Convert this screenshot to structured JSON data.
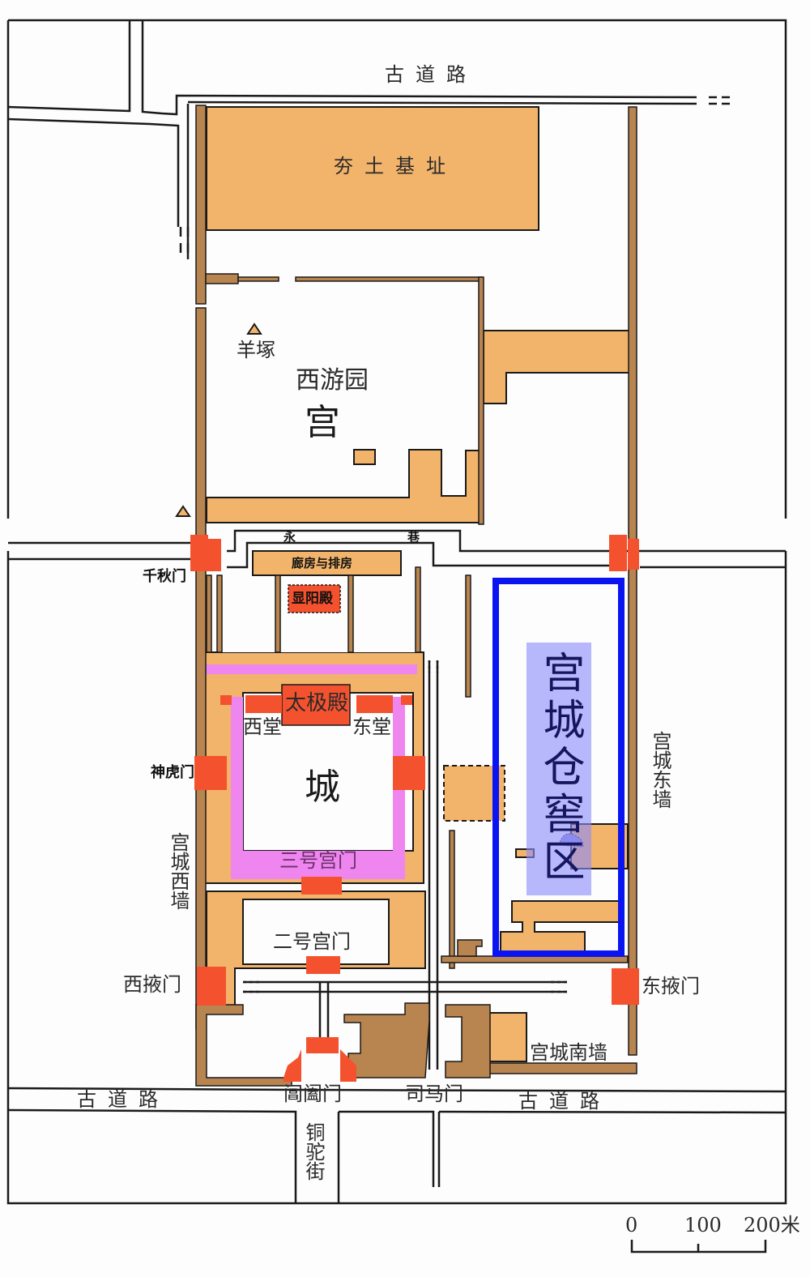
{
  "map": {
    "colors": {
      "rammed_earth": "#f2b36b",
      "wall_brown": "#b8844f",
      "gate_red": "#f4522e",
      "courtyard_pink": "#ef86ef",
      "highlight_blue": "#0a14f0",
      "highlight_fill": "#9a9af5",
      "line": "#1a1a1a"
    },
    "roads": {
      "north": "古道路",
      "south_west": "古道路",
      "south_east": "古道路",
      "tongtuo_street": "铜驼街",
      "yong_alley_1": "永",
      "yong_alley_2": "巷"
    },
    "north_area": {
      "rammed_earth_site": "夯土基址",
      "yang_mound": "羊塚",
      "west_garden": "西游园",
      "palace_char": "宫"
    },
    "palace_city": {
      "city_char": "城",
      "corridor_rooms": "廊房与排房",
      "xianyang_hall": "显阳殿",
      "taiji_hall": "太极殿",
      "west_hall": "西堂",
      "east_hall": "东堂",
      "gate_3": "三号宫门",
      "gate_2": "二号宫门",
      "changhe_gate": "阊阖门",
      "sima_gate": "司马门",
      "qianqiu_gate": "千秋门",
      "shenhu_gate": "神虎门",
      "west_ye_gate": "西掖门",
      "east_ye_gate": "东掖门",
      "west_wall": "宫城西墙",
      "east_wall": "宫城东墙",
      "south_wall": "宫城南墙"
    },
    "highlight": {
      "label": "宫城仓窖区"
    },
    "scale_bar": {
      "tick_0": "0",
      "tick_100": "100",
      "tick_200": "200米"
    }
  }
}
